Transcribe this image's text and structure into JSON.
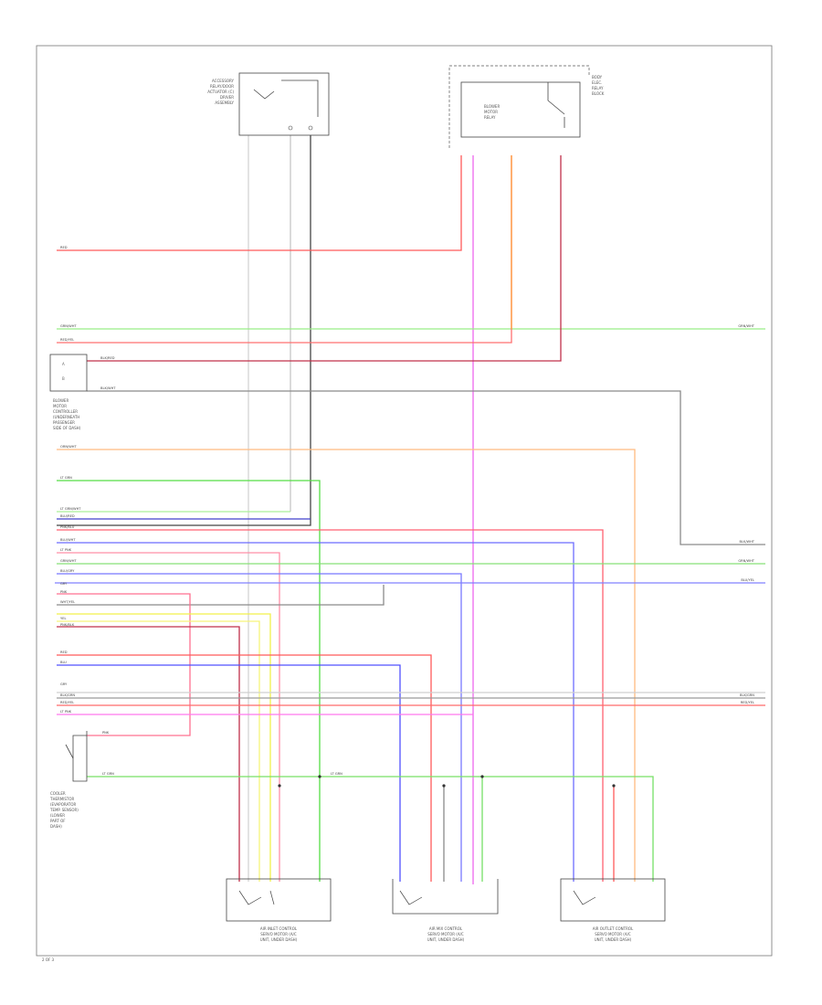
{
  "components": {
    "top_left_switch": {
      "lines": [
        "ACCESSORY",
        "RELAY/DOOR",
        "ACTUATOR (C)",
        "DRIVER",
        "ASSEMBLY"
      ]
    },
    "top_right_relay": {
      "inner_lines": [
        "BLOWER",
        "MOTOR",
        "RELAY"
      ],
      "side_lines": [
        "BODY",
        "ELEC.",
        "RELAY",
        "BLOCK"
      ]
    },
    "blower_controller": {
      "lines": [
        "BLOWER",
        "MOTOR",
        "CONTROLLER",
        "(UNDERNEATH",
        "PASSENGER",
        "SIDE OF DASH)"
      ]
    },
    "sensor": {
      "lines": [
        "COOLER",
        "THERMISTOR",
        "(EVAPORATOR",
        "TEMP. SENSOR)",
        "(LOWER",
        "PART OF",
        "DASH)"
      ]
    },
    "actuators": [
      {
        "lines": [
          "AIR INLET CONTROL",
          "SERVO MOTOR (A/C",
          "UNIT, UNDER DASH)"
        ]
      },
      {
        "lines": [
          "AIR MIX CONTROL",
          "SERVO MOTOR (A/C",
          "UNIT, UNDER DASH)"
        ]
      },
      {
        "lines": [
          "AIR OUTLET CONTROL",
          "SERVO MOTOR (A/C",
          "UNIT, UNDER DASH)"
        ]
      }
    ]
  },
  "wire_labels": {
    "red": "RED",
    "grn_wht_1": "GRN/WHT",
    "red_yel": "RED/YEL",
    "blk_red": "BLK/RED",
    "blk_wht": "BLK/WHT",
    "orn_wht": "ORN/WHT",
    "lt_grn": "LT GRN",
    "lt_grn_wht": "LT GRN/WHT",
    "blu_red": "BLU/RED",
    "pnk_blu": "PNK/BLU",
    "blu_wht": "BLU/WHT",
    "lt_pnk": "LT PNK",
    "grn_wht_2": "GRN/WHT",
    "blu_gry": "BLU/GRY",
    "gry": "GRY",
    "pnk": "PNK",
    "wht_yel": "WHT/YEL",
    "yel": "YEL",
    "pnk_blk": "PNK/BLK",
    "red_2": "RED",
    "blu": "BLU",
    "gry_2": "GRY",
    "blk_grn": "BLK/GRN",
    "red_yel_2": "RED/YEL",
    "lt_pnk_2": "LT PNK",
    "pnk_3": "PNK",
    "lt_grn_2": "LT GRN",
    "lt_grn_3": "LT GRN"
  },
  "right_labels": {
    "grn_wht": "GRN/WHT",
    "blk_wht": "BLK/WHT",
    "grn_wht_b": "GRN/WHT",
    "blu_yel": "BLU/YEL",
    "blk_grn": "BLK/GRN",
    "red_yel": "RED/YEL"
  },
  "page_label": "2 OF 3",
  "colors": {
    "red": "#ff5a5a",
    "dark_red": "#c0304a",
    "green": "#66dd55",
    "orange": "#ff9b3a",
    "blue": "#6060ff",
    "magenta": "#ee66ee",
    "pink": "#ff8fa8",
    "yellow": "#f2f04a",
    "gray": "#8a8a8a",
    "lt_gray": "#bdbdbd",
    "black": "#333333"
  }
}
